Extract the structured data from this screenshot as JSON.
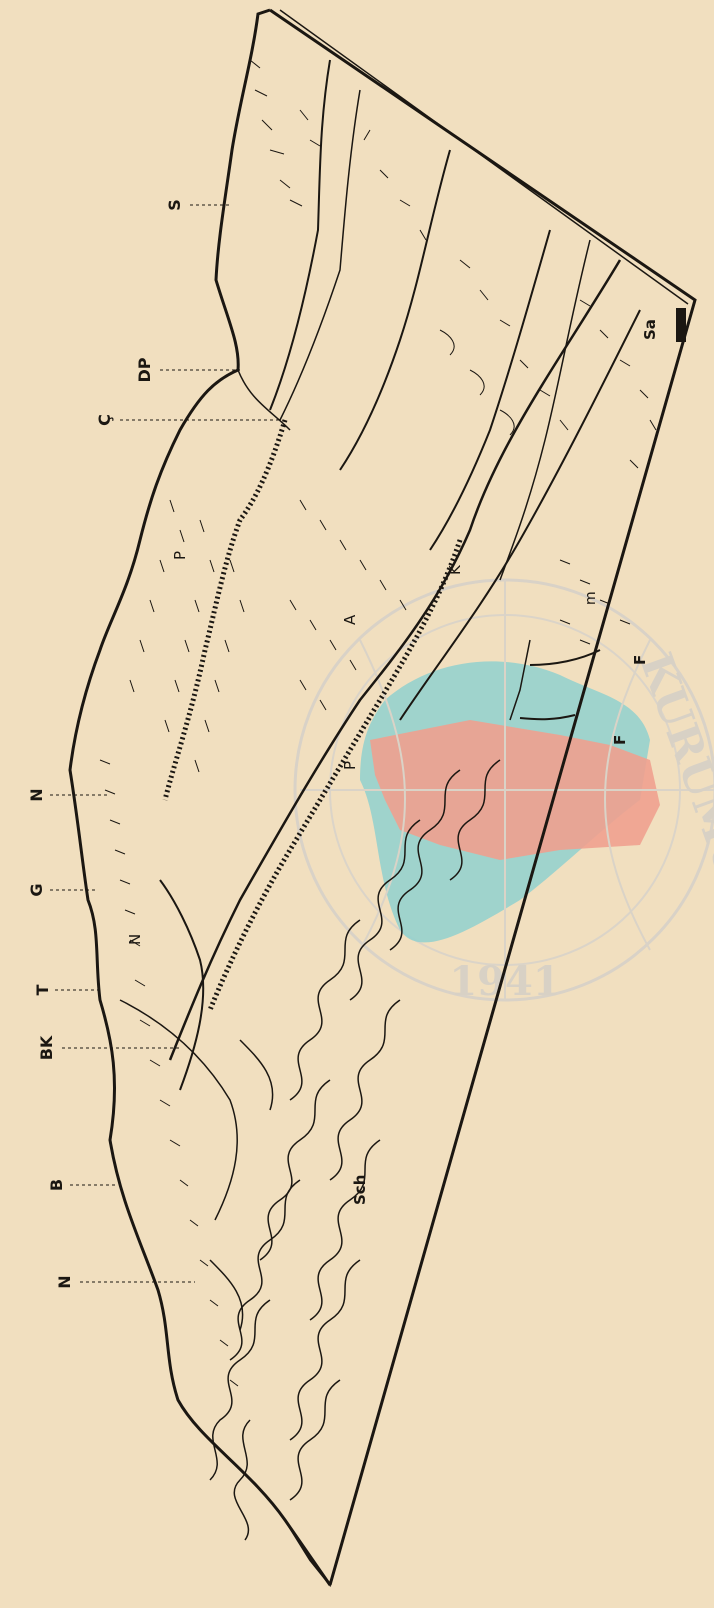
{
  "figure": {
    "margin_labels": {
      "S": "S",
      "DP": "DP",
      "C": "Ç",
      "N_top": "N",
      "G": "G",
      "T": "T",
      "BK": "BK",
      "B": "B",
      "N_bottom": "N"
    },
    "inner_labels": {
      "P_upper": "P",
      "P_lower": "P",
      "A": "A",
      "K": "K",
      "m": "m",
      "F_upper": "F",
      "F_lower": "F",
      "N_inner": "N",
      "Sch": "Sch",
      "Sa": "Sa"
    }
  },
  "stamp": {
    "arc_text": "KURUMU",
    "year": "1941"
  },
  "colors": {
    "paper": "#f1dfbf",
    "ink": "#1b1712",
    "stamp_cyan": "#86cfd0",
    "stamp_red": "#ef9a8b",
    "stamp_ring": "#d7d1c8"
  }
}
